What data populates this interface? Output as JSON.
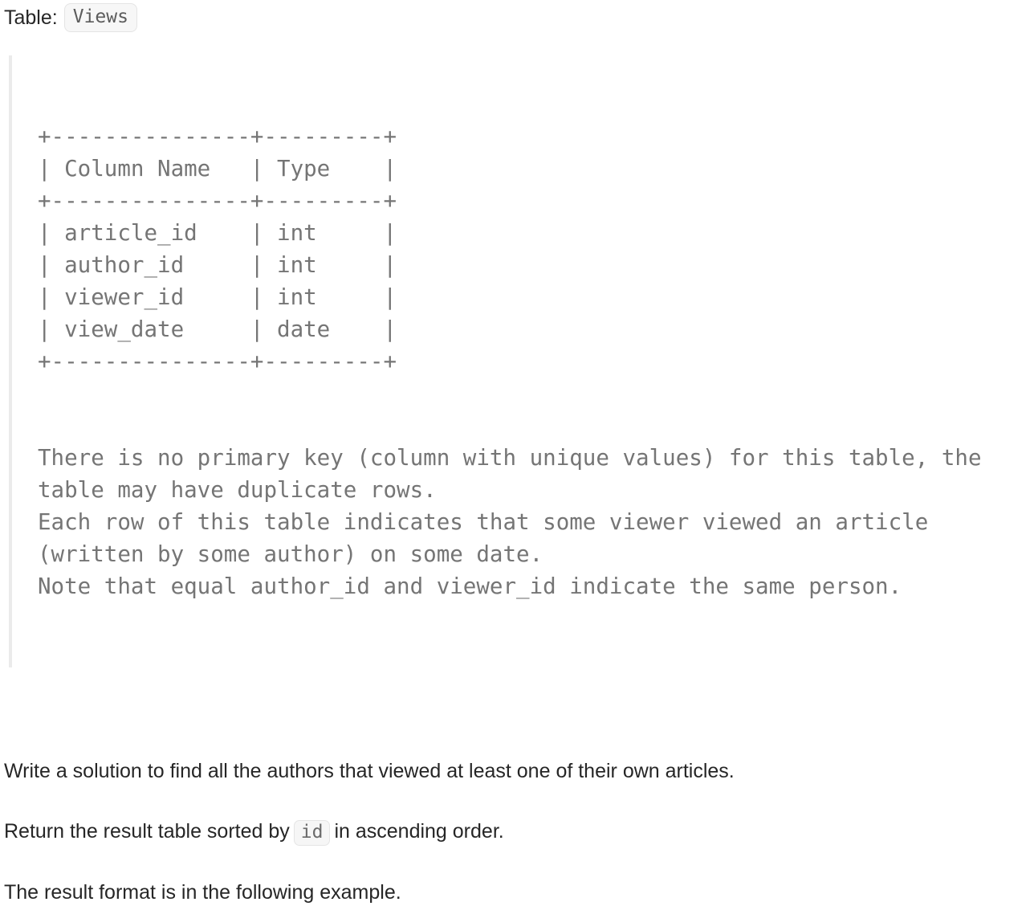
{
  "header": {
    "table_label": "Table:",
    "table_name": "Views"
  },
  "schema": {
    "ascii_rows": [
      "+---------------+---------+",
      "| Column Name   | Type    |",
      "+---------------+---------+",
      "| article_id    | int     |",
      "| author_id     | int     |",
      "| viewer_id     | int     |",
      "| view_date     | date    |",
      "+---------------+---------+"
    ],
    "notes": [
      "There is no primary key (column with unique values) for this table, the table may have duplicate rows.",
      "Each row of this table indicates that some viewer viewed an article (written by some author) on some date.",
      "Note that equal author_id and viewer_id indicate the same person."
    ]
  },
  "problem": {
    "statement": "Write a solution to find all the authors that viewed at least one of their own articles.",
    "return_before": "Return the result table sorted by",
    "return_code": "id",
    "return_after": "in ascending order.",
    "example_note": "The result format is in the following example."
  },
  "colors": {
    "body_text": "#262626",
    "mono_text": "#757575",
    "code_chip_bg": "#f7f7f7",
    "code_chip_border": "#e4e4e4",
    "blockquote_bar": "#ebebeb"
  }
}
